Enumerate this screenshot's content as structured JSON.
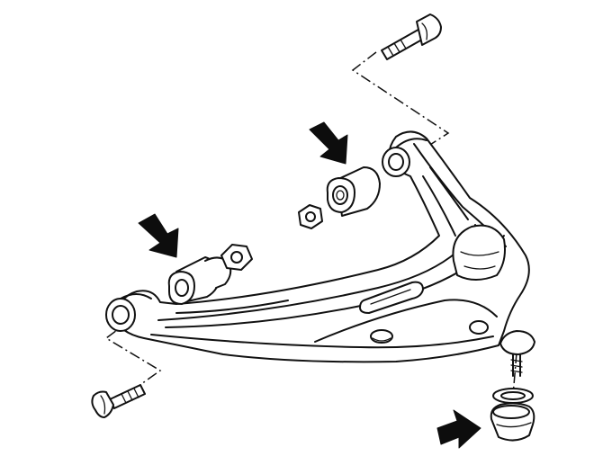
{
  "figure": {
    "subject": "lower-control-arm-assembly",
    "arrow_color": "#0d0d0d",
    "line_color": "#111111",
    "background": "#ffffff"
  },
  "parts": [
    {
      "name": "control-arm",
      "icon": "control-arm-icon"
    },
    {
      "name": "front-bushing",
      "icon": "bushing-icon"
    },
    {
      "name": "rear-bushing",
      "icon": "bushing-icon"
    },
    {
      "name": "front-pivot-bolt",
      "icon": "bolt-icon"
    },
    {
      "name": "rear-pivot-bolt",
      "icon": "bolt-icon"
    },
    {
      "name": "nut",
      "icon": "nut-icon"
    },
    {
      "name": "ball-joint",
      "icon": "ball-joint-icon"
    },
    {
      "name": "ball-joint-boot",
      "icon": "boot-icon"
    }
  ],
  "callouts": [
    {
      "name": "arrow-front-bushing",
      "icon": "arrow-down-right-icon"
    },
    {
      "name": "arrow-rear-bushing",
      "icon": "arrow-down-right-icon"
    },
    {
      "name": "arrow-ball-joint",
      "icon": "arrow-right-icon"
    }
  ]
}
